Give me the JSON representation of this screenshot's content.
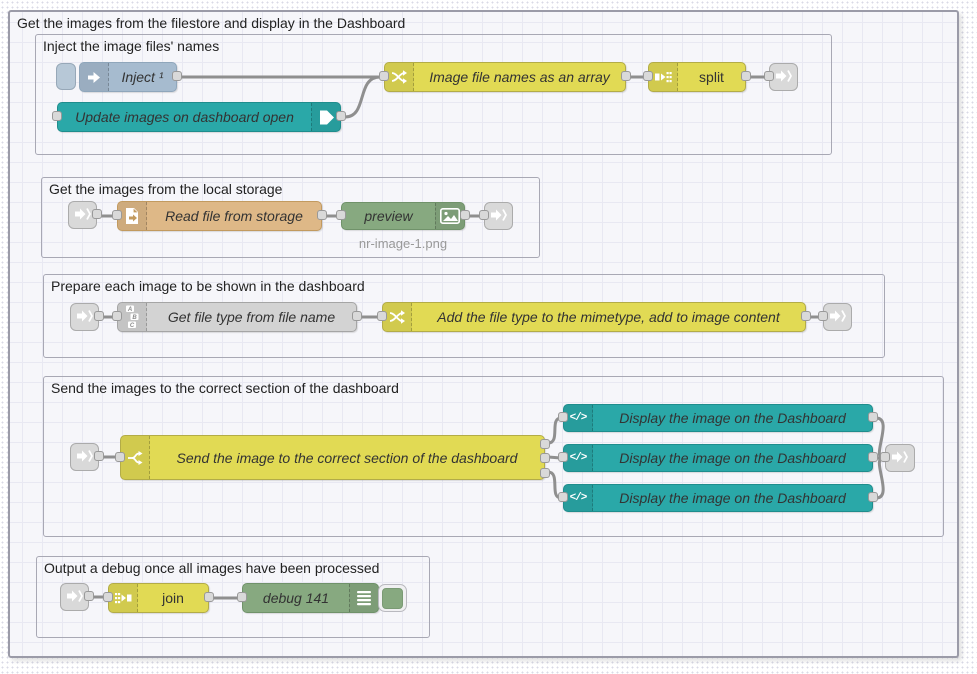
{
  "groups": {
    "main": {
      "title": "Get the images from the filestore and display in the Dashboard"
    },
    "inject": {
      "title": "Inject the image files' names"
    },
    "storage": {
      "title": "Get the images from the local storage"
    },
    "prepare": {
      "title": "Prepare each image to be shown in the dashboard"
    },
    "send": {
      "title": "Send the images to the correct section of the dashboard"
    },
    "debug": {
      "title": "Output a debug once all images have been processed"
    }
  },
  "nodes": {
    "inject": {
      "label": "Inject ¹"
    },
    "update": {
      "label": "Update images on dashboard open"
    },
    "filenames": {
      "label": "Image file names as an array"
    },
    "split": {
      "label": "split"
    },
    "readfile": {
      "label": "Read file from storage"
    },
    "preview": {
      "label": "preview",
      "caption": "nr-image-1.png"
    },
    "filetype": {
      "label": "Get file type from file name"
    },
    "mimetype": {
      "label": "Add the file type to the mimetype, add to image content"
    },
    "switch": {
      "label": "Send the image to the correct section of the dashboard"
    },
    "display1": {
      "label": "Display the image on the Dashboard"
    },
    "display2": {
      "label": "Display the image on the Dashboard"
    },
    "display3": {
      "label": "Display the image on the Dashboard"
    },
    "join": {
      "label": "join"
    },
    "debug": {
      "label": "debug 141"
    }
  },
  "icons": {
    "template_glyph": "</>",
    "sort_letters": [
      "A",
      "B",
      "C"
    ]
  },
  "colors": {
    "inject_node": "#a6bbcf",
    "function_node": "#e1da54",
    "dashboard_node": "#2aa8a8",
    "file_node": "#deb887",
    "debug_node": "#87a980",
    "subflow_node": "#d3d3d3",
    "link_node": "#d9d9d9",
    "wire": "#8f8f8f",
    "group_border": "#a8a8b4",
    "canvas_fill": "#f6f6fa"
  }
}
